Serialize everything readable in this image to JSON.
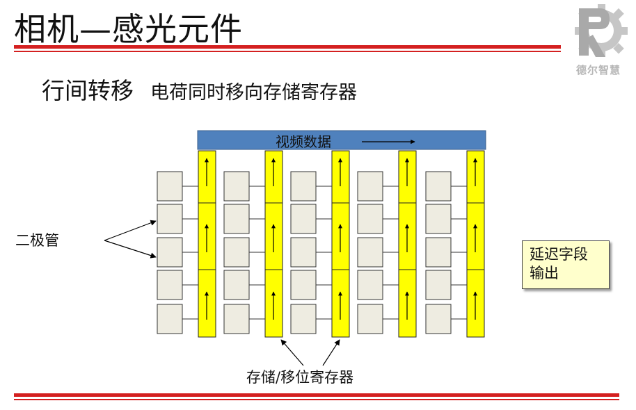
{
  "slide": {
    "title": "相机—感光元件",
    "subtitle_main": "行间转移",
    "subtitle_desc": "电荷同时移向存储寄存器"
  },
  "logo": {
    "text": "德尔智慧",
    "color": "#b7b7b7"
  },
  "diagram": {
    "bus_label": "视频数据",
    "diode_label": "二极管",
    "storage_label": "存储/移位寄存器",
    "output_line1": "延迟字段",
    "output_line2": "输出",
    "columns": 5,
    "rows": 5,
    "colors": {
      "bus": "#4f81bd",
      "register": "#ffff00",
      "photodiode": "#eeece1",
      "accent_rule": "#d42020",
      "output_box": "#ffffcc"
    }
  }
}
